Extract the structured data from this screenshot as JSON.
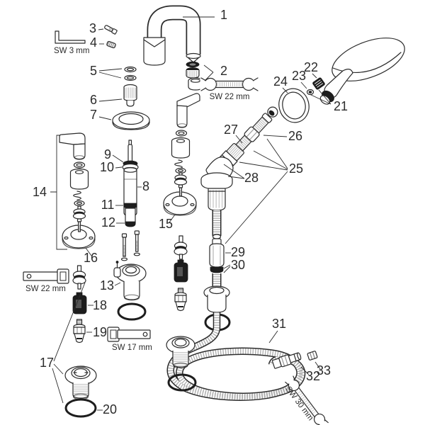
{
  "diagram": {
    "kind": "exploded-parts-diagram",
    "background": "#ffffff",
    "line_color": "#2b2b2b",
    "part_labels": {
      "p1": "1",
      "p2": "2",
      "p3": "3",
      "p4": "4",
      "p5": "5",
      "p6": "6",
      "p7": "7",
      "p8": "8",
      "p9": "9",
      "p10": "10",
      "p11": "11",
      "p12": "12",
      "p13": "13",
      "p14": "14",
      "p15": "15",
      "p16": "16",
      "p17": "17",
      "p18": "18",
      "p19": "19",
      "p20": "20",
      "p21": "21",
      "p22": "22",
      "p23": "23",
      "p24": "24",
      "p25": "25",
      "p26": "26",
      "p27": "27",
      "p28": "28",
      "p29": "29",
      "p30": "30",
      "p31": "31",
      "p32": "32",
      "p33": "33"
    },
    "tool_labels": {
      "sw3": "SW 3 mm",
      "sw22_spout": "SW 22 mm",
      "sw22_socket": "SW 22 mm",
      "sw17": "SW 17 mm",
      "sw30": "SW 30 mm"
    }
  }
}
